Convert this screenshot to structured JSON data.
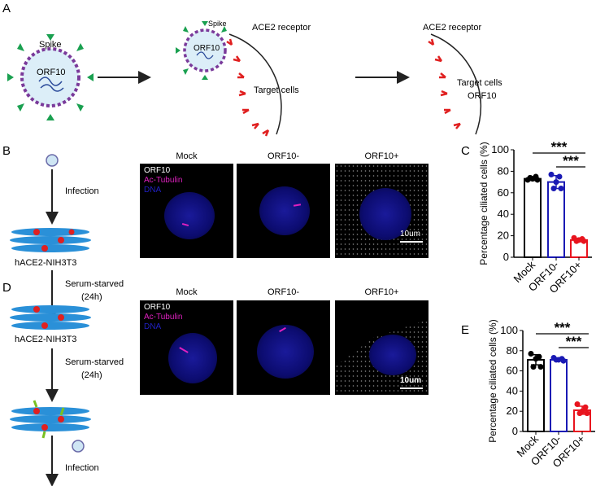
{
  "panels": {
    "a": "A",
    "b": "B",
    "c": "C",
    "d": "D",
    "e": "E"
  },
  "panel_a": {
    "spike": "Spike",
    "orf10": "ORF10",
    "spike2": "Spike",
    "orf10_2": "ORF10",
    "ace2": "ACE2 receptor",
    "target": "Target cells",
    "ace2_2": "ACE2 receptor",
    "target2": "Target cells",
    "orf10_3": "ORF10"
  },
  "panel_b": {
    "infection": "Infection",
    "cells": "hACE2-NIH3T3",
    "serum": "Serum-starved",
    "hours": "(24h)"
  },
  "panel_d": {
    "cells": "hACE2-NIH3T3",
    "serum": "Serum-starved",
    "hours": "(24h)",
    "infection": "Infection"
  },
  "micro": {
    "titles": [
      "Mock",
      "ORF10-",
      "ORF10+"
    ],
    "legend": [
      "ORF10",
      "Ac-Tubulin",
      "DNA"
    ],
    "scalebar": "10um",
    "colors": {
      "orf10": "#ffffff",
      "tubulin": "#e020c0",
      "dna": "#2020c0"
    }
  },
  "chart_data": [
    {
      "type": "bar",
      "panel": "C",
      "ylabel": "Percentage ciliated cells (%)",
      "ylim": [
        0,
        100
      ],
      "yticks": [
        0,
        20,
        40,
        60,
        80,
        100
      ],
      "categories": [
        "Mock",
        "ORF10-",
        "ORF10+"
      ],
      "colors": [
        "#000000",
        "#1a1ab4",
        "#e8141e"
      ],
      "values": [
        73,
        70,
        16
      ],
      "sd": [
        1.5,
        6,
        1.5
      ],
      "points": [
        [
          72,
          75,
          73,
          74,
          72
        ],
        [
          77,
          75,
          70,
          64,
          64
        ],
        [
          18,
          17,
          16,
          15,
          15
        ]
      ],
      "significance": [
        {
          "from": "Mock",
          "to": "ORF10+",
          "label": "***"
        },
        {
          "from": "ORF10-",
          "to": "ORF10+",
          "label": "***"
        }
      ]
    },
    {
      "type": "bar",
      "panel": "E",
      "ylabel": "Percentage ciliated cells (%)",
      "ylim": [
        0,
        100
      ],
      "yticks": [
        0,
        20,
        40,
        60,
        80,
        100
      ],
      "categories": [
        "Mock",
        "ORF10-",
        "ORF10+"
      ],
      "colors": [
        "#000000",
        "#1a1ab4",
        "#e8141e"
      ],
      "values": [
        71,
        71,
        21
      ],
      "sd": [
        5,
        1,
        4
      ],
      "points": [
        [
          77,
          74,
          72,
          64,
          64
        ],
        [
          73,
          72,
          71,
          71,
          70
        ],
        [
          27,
          24,
          20,
          18,
          18
        ]
      ],
      "significance": [
        {
          "from": "Mock",
          "to": "ORF10+",
          "label": "***"
        },
        {
          "from": "ORF10-",
          "to": "ORF10+",
          "label": "***"
        }
      ]
    }
  ]
}
